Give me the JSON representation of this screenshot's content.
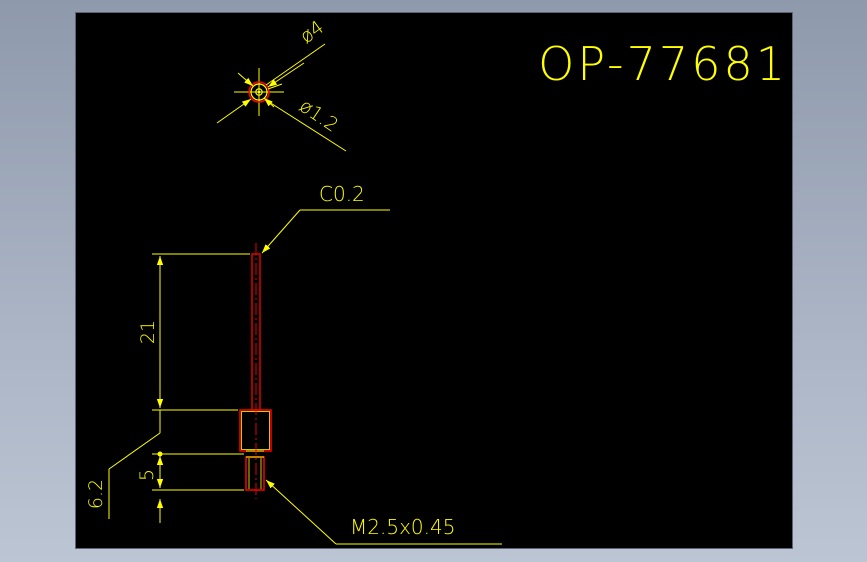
{
  "colors": {
    "background": "#000000",
    "geometry": "#ffff00",
    "part_outline": "#ff0000",
    "centerline": "#ff0000",
    "app_backdrop": "#9aa4b5"
  },
  "title_block": {
    "part_number": "OP-77681"
  },
  "top_view": {
    "outer_diameter_label": "ø4",
    "inner_diameter_label": "ø1.2"
  },
  "front_view": {
    "chamfer_label": "C0.2",
    "shaft_length_label": "21",
    "thread_length_label": "5",
    "head_length_label": "6.2",
    "thread_spec_label": "M2.5x0.45"
  }
}
